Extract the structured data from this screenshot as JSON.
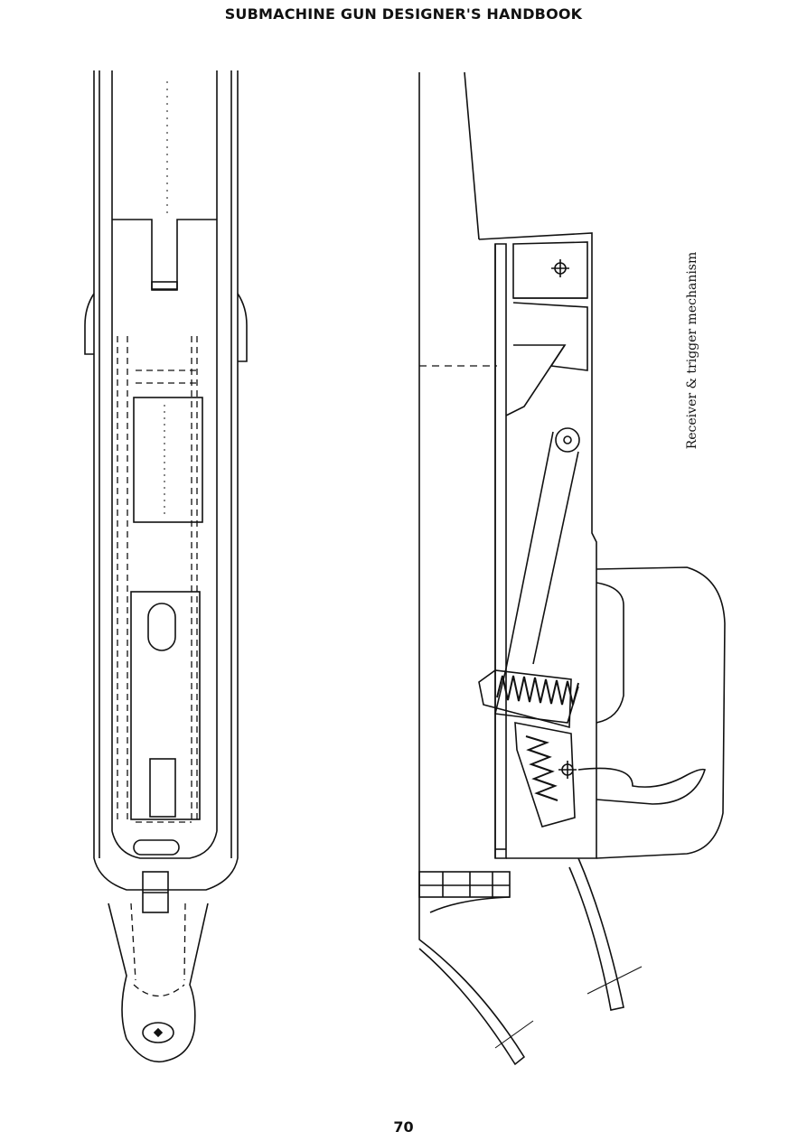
{
  "page": {
    "running_head": "SUBMACHINE GUN DESIGNER'S HANDBOOK",
    "caption": "Receiver & trigger mechanism",
    "page_number": "70"
  },
  "figures": [
    {
      "id": "plan-view",
      "description_icon": "receiver-top-view-drawing"
    },
    {
      "id": "side-view",
      "description_icon": "trigger-mechanism-side-view-drawing"
    }
  ],
  "colors": {
    "ink": "#111111",
    "paper": "#ffffff"
  }
}
